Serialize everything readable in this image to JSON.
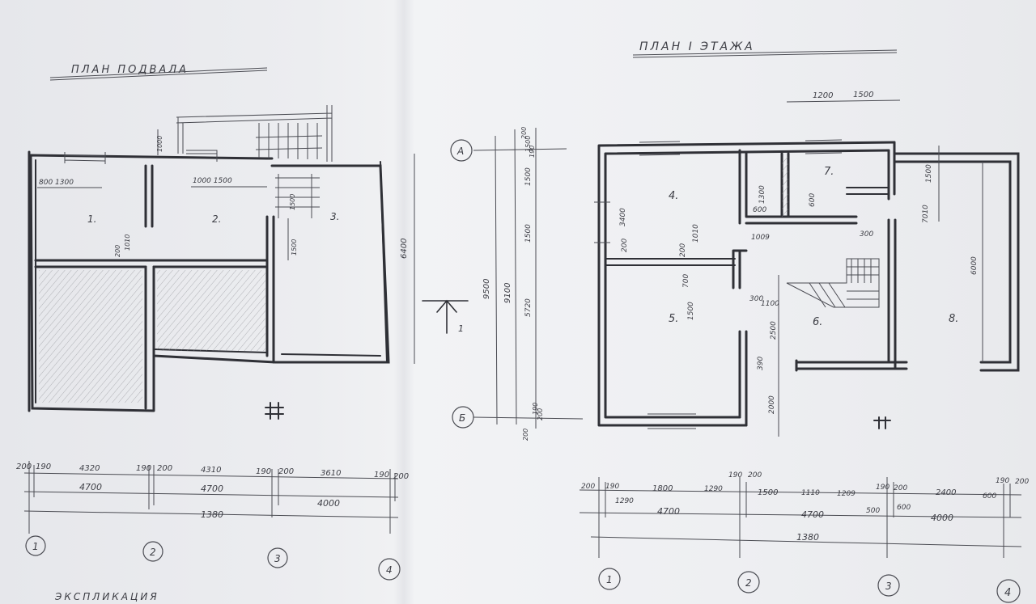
{
  "left_plan": {
    "title": "ПЛАН ПОДВАЛА",
    "rooms": [
      "1.",
      "2.",
      "3."
    ],
    "dims": {
      "d800_1300": "800 1300",
      "d1000_1500": "1000  1500",
      "d1000_v": "1000",
      "d1500_v": "1500",
      "d200_v": "200",
      "d1010_v": "1010",
      "d1500_v2": "1500"
    },
    "bottom_row1": [
      "200",
      "190",
      "4320",
      "190",
      "200",
      "4310",
      "190",
      "200",
      "3610",
      "190",
      "200"
    ],
    "bottom_row2": [
      "4700",
      "4700",
      "4000"
    ],
    "total": "1380",
    "axes": [
      "1",
      "2",
      "3",
      "4"
    ],
    "caption": "ЭКСПЛИКАЦИЯ"
  },
  "section_marker": {
    "axis_a": "А",
    "axis_b": "Б",
    "dims": [
      "6400",
      "9500",
      "9100",
      "1500",
      "1500",
      "1500",
      "5720",
      "200",
      "190",
      "200",
      "190",
      "200"
    ],
    "arrow_label": "1"
  },
  "right_plan": {
    "title": "ПЛАН I ЭТАЖА",
    "rooms": [
      "4.",
      "5.",
      "6.",
      "7.",
      "8."
    ],
    "top_dims": [
      "1200",
      "1500"
    ],
    "inner_dims": {
      "d1300": "1300",
      "d600a": "600",
      "d600b": "600",
      "d3400": "3400",
      "d200a": "200",
      "d1010": "1010",
      "d200b": "200",
      "d1009": "1009",
      "d300": "300",
      "d700": "700",
      "d1500": "1500",
      "d2500": "2500",
      "d300b": "300",
      "d1100": "1100",
      "d390": "390",
      "d2000": "2000",
      "d7010": "7010",
      "d1500r": "1500",
      "d6000": "6000"
    },
    "bottom_row1": [
      "200",
      "190",
      "1800",
      "1290",
      "190",
      "200",
      "1500",
      "1110",
      "1209",
      "190",
      "200",
      "2400",
      "600",
      "190",
      "200"
    ],
    "bottom_row1b": [
      "1290",
      "500",
      "600"
    ],
    "bottom_row2": [
      "4700",
      "4700",
      "4000"
    ],
    "total": "1380",
    "axes": [
      "1",
      "2",
      "3",
      "4"
    ]
  }
}
